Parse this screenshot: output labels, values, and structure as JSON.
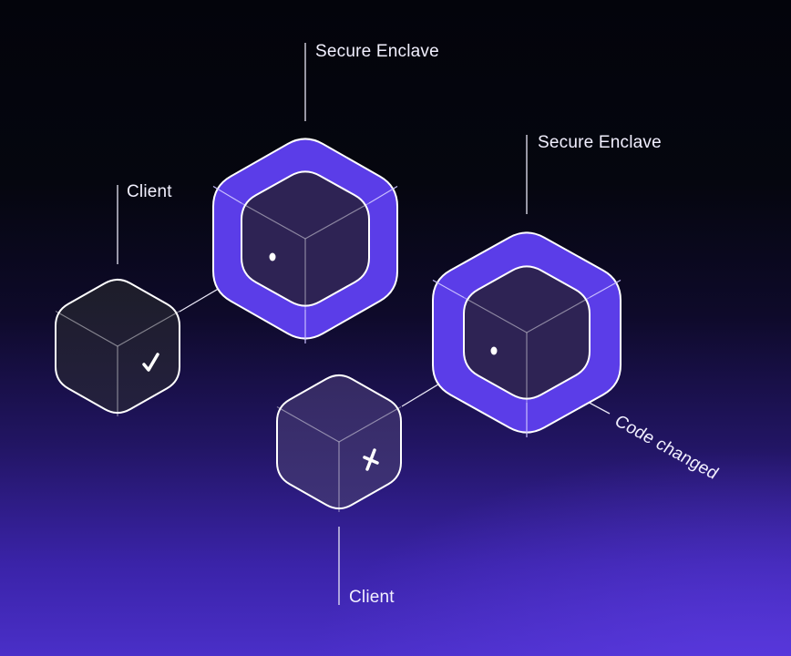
{
  "labels": {
    "enclave_1": "Secure Enclave",
    "enclave_2": "Secure Enclave",
    "client_1": "Client",
    "client_2": "Client",
    "code_changed": "Code changed"
  },
  "status": {
    "client_1": "check-icon",
    "client_2": "cross-icon"
  },
  "colors": {
    "enclave_ring": "#5b3de8",
    "enclave_core": "#2e2354",
    "stroke": "#ffffff"
  }
}
